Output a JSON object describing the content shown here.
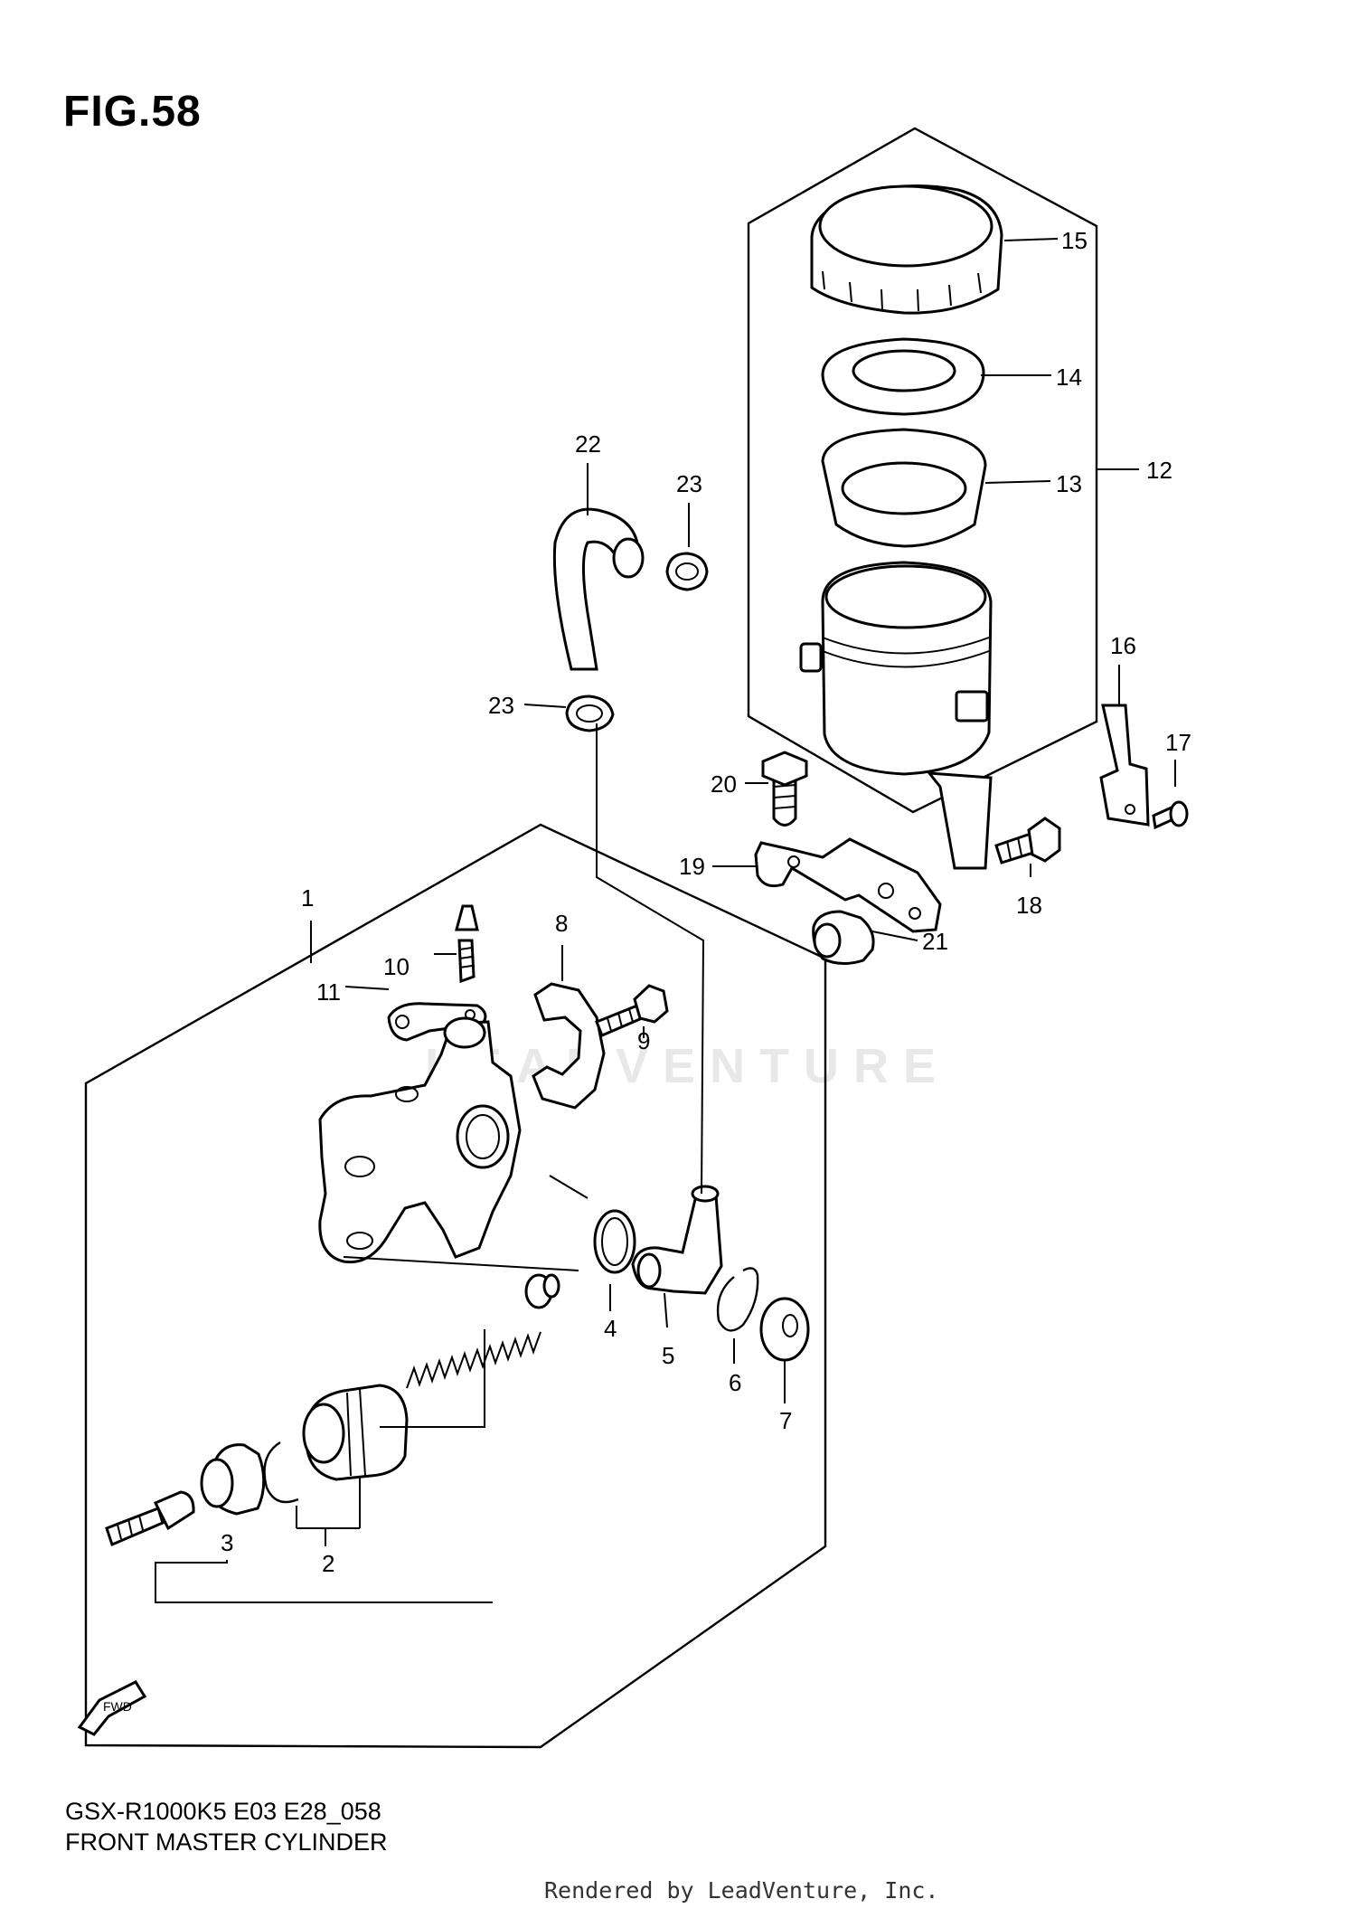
{
  "figure": {
    "title": "FIG.58",
    "model_code": "GSX-R1000K5 E03 E28_058",
    "subtitle": "FRONT MASTER CYLINDER",
    "render_note": "Rendered by LeadVenture, Inc.",
    "watermark": "LEADVENTURE",
    "direction_badge": "FWD"
  },
  "callouts": [
    {
      "id": "1",
      "label": "1"
    },
    {
      "id": "2",
      "label": "2"
    },
    {
      "id": "3",
      "label": "3"
    },
    {
      "id": "4",
      "label": "4"
    },
    {
      "id": "5",
      "label": "5"
    },
    {
      "id": "6",
      "label": "6"
    },
    {
      "id": "7",
      "label": "7"
    },
    {
      "id": "8",
      "label": "8"
    },
    {
      "id": "9",
      "label": "9"
    },
    {
      "id": "10",
      "label": "10"
    },
    {
      "id": "11",
      "label": "11"
    },
    {
      "id": "12",
      "label": "12"
    },
    {
      "id": "13",
      "label": "13"
    },
    {
      "id": "14",
      "label": "14"
    },
    {
      "id": "15",
      "label": "15"
    },
    {
      "id": "16",
      "label": "16"
    },
    {
      "id": "17",
      "label": "17"
    },
    {
      "id": "18",
      "label": "18"
    },
    {
      "id": "19",
      "label": "19"
    },
    {
      "id": "20",
      "label": "20"
    },
    {
      "id": "21",
      "label": "21"
    },
    {
      "id": "22",
      "label": "22"
    },
    {
      "id": "23a",
      "label": "23"
    },
    {
      "id": "23b",
      "label": "23"
    }
  ]
}
